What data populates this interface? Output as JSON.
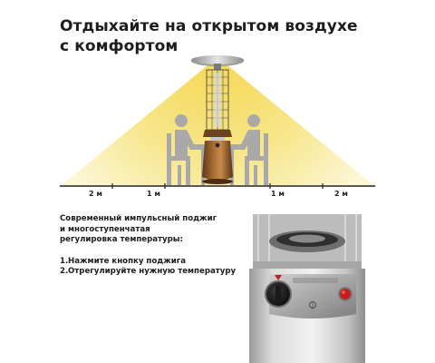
{
  "headline": {
    "line1": "Отдыхайте на открытом воздухе",
    "line2": "с комфортом"
  },
  "scale": {
    "left_far": "2 м",
    "left_near": "1 м",
    "right_near": "1 м",
    "right_far": "2 м"
  },
  "description": {
    "line1": "Современный импульсный поджиг",
    "line2": "и многоступенчатая",
    "line3": "регулировка температуры:"
  },
  "steps": [
    {
      "num": "1.",
      "text": "Нажмите кнопку поджига"
    },
    {
      "num": "2.",
      "text": "Отрегулируйте нужную температуру"
    }
  ],
  "icons": {
    "heater": "patio-heater-icon",
    "person_left": "seated-person-icon",
    "person_right": "seated-person-icon",
    "table": "table-icon",
    "panel": "control-panel-photo"
  },
  "colors": {
    "heat_glow": "#f6e27a",
    "heat_edge": "#fbf3c4",
    "figure_gray": "#a9a9a9",
    "heater_bronze": "#8a5a2c",
    "steel": "#c9c9c9",
    "knob_red": "#c0201b"
  }
}
